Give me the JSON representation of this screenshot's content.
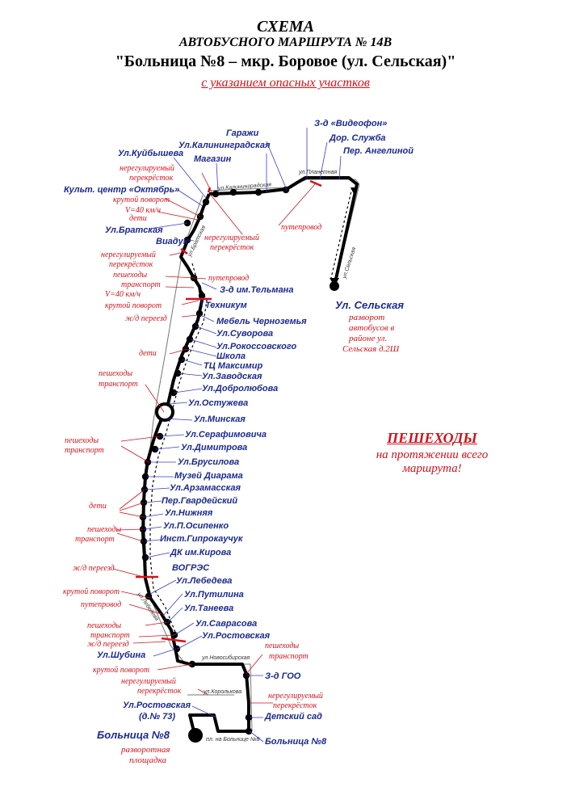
{
  "title": {
    "line1": "СХЕМА",
    "line2": "АВТОБУСНОГО МАРШРУТА № 14В",
    "line3": "\"Больница №8 – мкр. Боровое (ул. Сельская)\"",
    "line4": "с указанием опасных участков"
  },
  "pedestrians_note": {
    "heading": "ПЕШЕХОДЫ",
    "line1": "на протяжении всего",
    "line2": "маршрута!"
  },
  "stops_right": [
    "З-д «Видеофон»",
    "Дор. Служба",
    "Пер. Ангелиной",
    "Гаражи",
    "Ул.Калининградская",
    "Магазин",
    "З-д им.Тельмана",
    "Техникум",
    "Мебель Черноземья",
    "Ул.Суворова",
    "Ул.Рокоссовского",
    "Школа",
    "ТЦ Максимир",
    "Ул.Заводская",
    "Ул.Добролюбова",
    "Ул.Остужева",
    "Ул.Минская",
    "Ул.Серафимовича",
    "Ул.Димитрова",
    "Ул.Брусилова",
    "Музей Диарама",
    "Ул.Арзамасская",
    "Пер.Гвардейский",
    "Ул.Нижняя",
    "Ул.П.Осипенко",
    "Инст.Гипрокаучук",
    "ДК им.Кирова",
    "ВОГРЭС",
    "Ул.Лебедева",
    "Ул.Путилина",
    "Ул.Танеева",
    "Ул.Саврасова",
    "Ул.Ростовская",
    "З-д ГОО",
    "Детский сад",
    "Больница №8"
  ],
  "stops_left": [
    "Ул.Куйбышева",
    "Культ. центр «Октябрь»",
    "Ул.Братская",
    "Виадук",
    "Ул.Шубина",
    "Ул.Ростовская",
    "(д.№ 73)"
  ],
  "terminal_end": "Ул. Сельская",
  "terminal_end_note": [
    "разворот",
    "автобусов в",
    "районе ул.",
    "Сельская д.2Ш"
  ],
  "terminal_start": "Больница №8",
  "terminal_start_note": [
    "разворотная",
    "площадка"
  ],
  "hazards": {
    "unregulated": [
      "нерегулируемый",
      "перекрёсток"
    ],
    "sharp_turn": "крутой поворот",
    "speed": "V=40 км/ч",
    "children": "дети",
    "overpass": "путепровод",
    "pedestrians": "пешеходы",
    "transport": "транспорт",
    "railway": "ж/д переезд"
  },
  "streets": {
    "kaliningradskaya": "ул.Калининградская",
    "planetnaya": "ул.Планетная",
    "selskaya": "ул.Сельская",
    "bratskaya": "ул.Братская",
    "novosibirskaya": "ул.Новосибирская",
    "korolkova": "ул.Королькова",
    "lebedeva": "ул.Лебедева",
    "bolnitsa": "пл. на Больнице №8"
  },
  "colors": {
    "route": "#000000",
    "stop_label": "#1b2a8f",
    "hazard": "#d4121a",
    "leader": "#3b3bd0"
  }
}
